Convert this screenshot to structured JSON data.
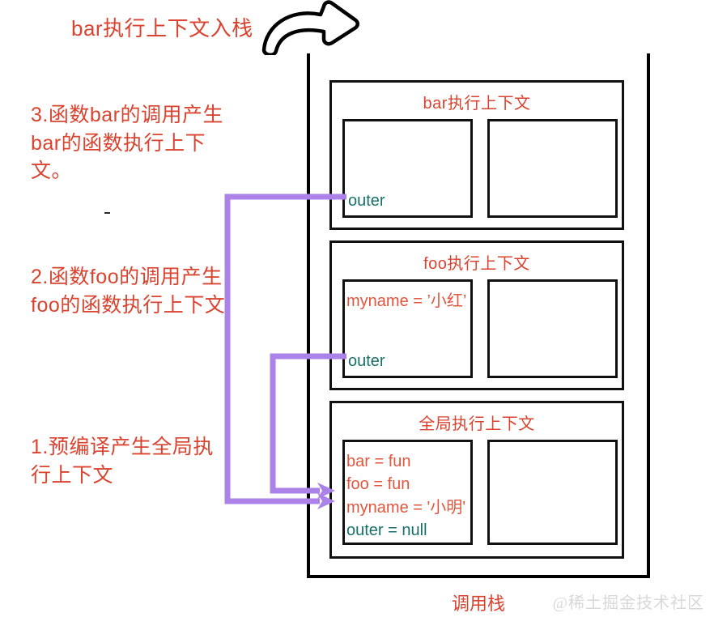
{
  "annotations": {
    "title": "bar执行上下文入栈",
    "step3": "3.函数bar的调用产生bar的函数执行上下文。",
    "step2": "2.函数foo的调用产生foo的函数执行上下文",
    "step1": "1.预编译产生全局执行上下文"
  },
  "callstack": {
    "label": "调用栈",
    "contexts": [
      {
        "id": "bar",
        "title": "bar执行上下文",
        "variables": [],
        "outer": "outer"
      },
      {
        "id": "foo",
        "title": "foo执行上下文",
        "variables": [
          {
            "text": "myname = ’小红’",
            "color": "red"
          }
        ],
        "outer": "outer"
      },
      {
        "id": "global",
        "title": "全局执行上下文",
        "variables": [
          {
            "text": "bar = fun",
            "color": "red"
          },
          {
            "text": "foo = fun",
            "color": "red"
          },
          {
            "text": "myname = '小明'",
            "color": "red"
          },
          {
            "text": "outer = null",
            "color": "teal"
          }
        ],
        "outer": null
      }
    ]
  },
  "watermark": "@稀土掘金技术社区",
  "colors": {
    "red_text": "#d9432f",
    "var_red": "#e2553e",
    "teal": "#17706b",
    "purple": "#ab82e8",
    "black": "#111111",
    "watermark": "#d8d8d8"
  },
  "icons": {
    "top_arrow": "curved-right-arrow-icon",
    "scope_link": "purple-scope-chain-arrow"
  }
}
